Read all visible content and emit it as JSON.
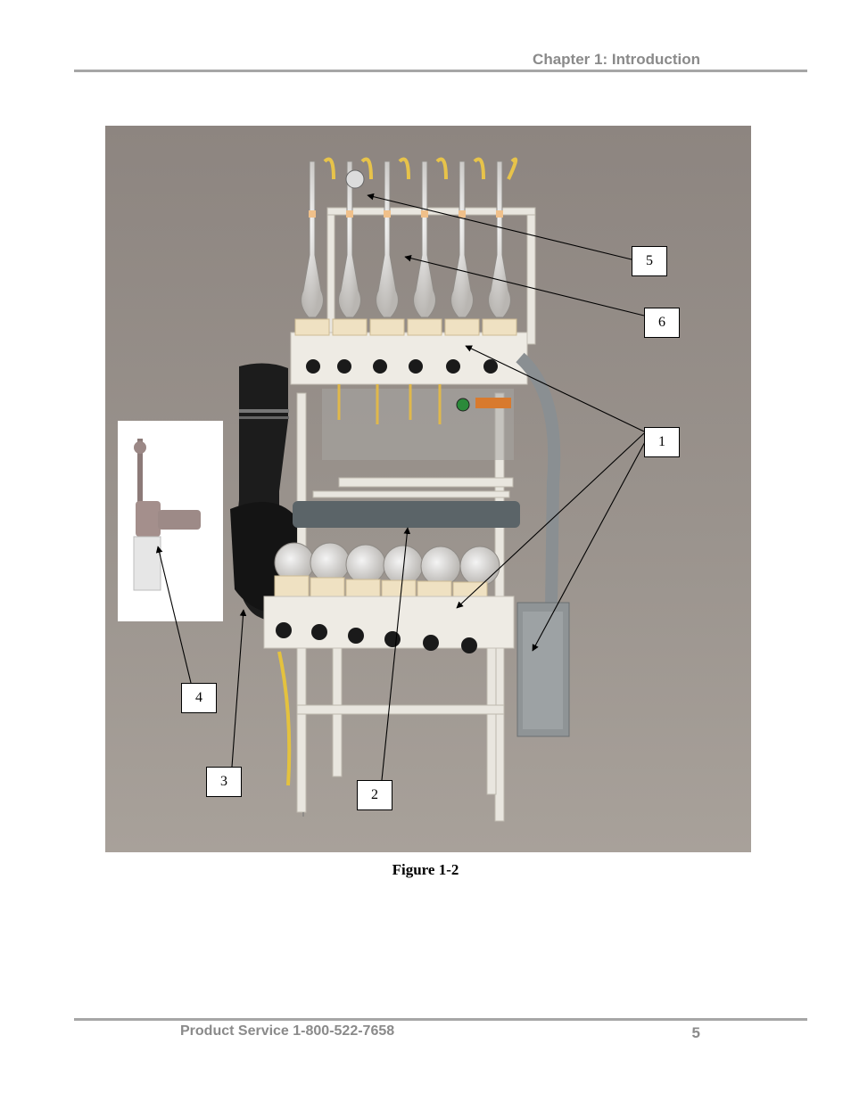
{
  "header": {
    "chapter": "Chapter 1: Introduction"
  },
  "figure": {
    "caption": "Figure 1-2",
    "callouts": [
      "5",
      "6",
      "1",
      "4",
      "3",
      "2"
    ]
  },
  "footer": {
    "service": "Product Service 1-800-522-7658",
    "page_number": "5"
  }
}
